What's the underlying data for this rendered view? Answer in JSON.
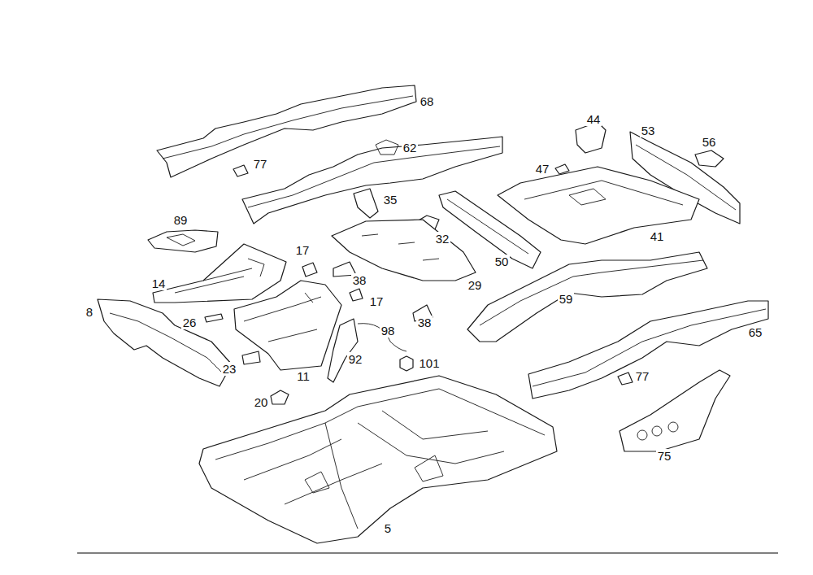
{
  "diagram": {
    "labels": [
      "68",
      "77",
      "62",
      "44",
      "53",
      "56",
      "89",
      "35",
      "47",
      "41",
      "17",
      "32",
      "14",
      "38",
      "50",
      "29",
      "8",
      "26",
      "17",
      "59",
      "38",
      "98",
      "65",
      "23",
      "11",
      "92",
      "101",
      "77",
      "20",
      "75",
      "5"
    ]
  }
}
